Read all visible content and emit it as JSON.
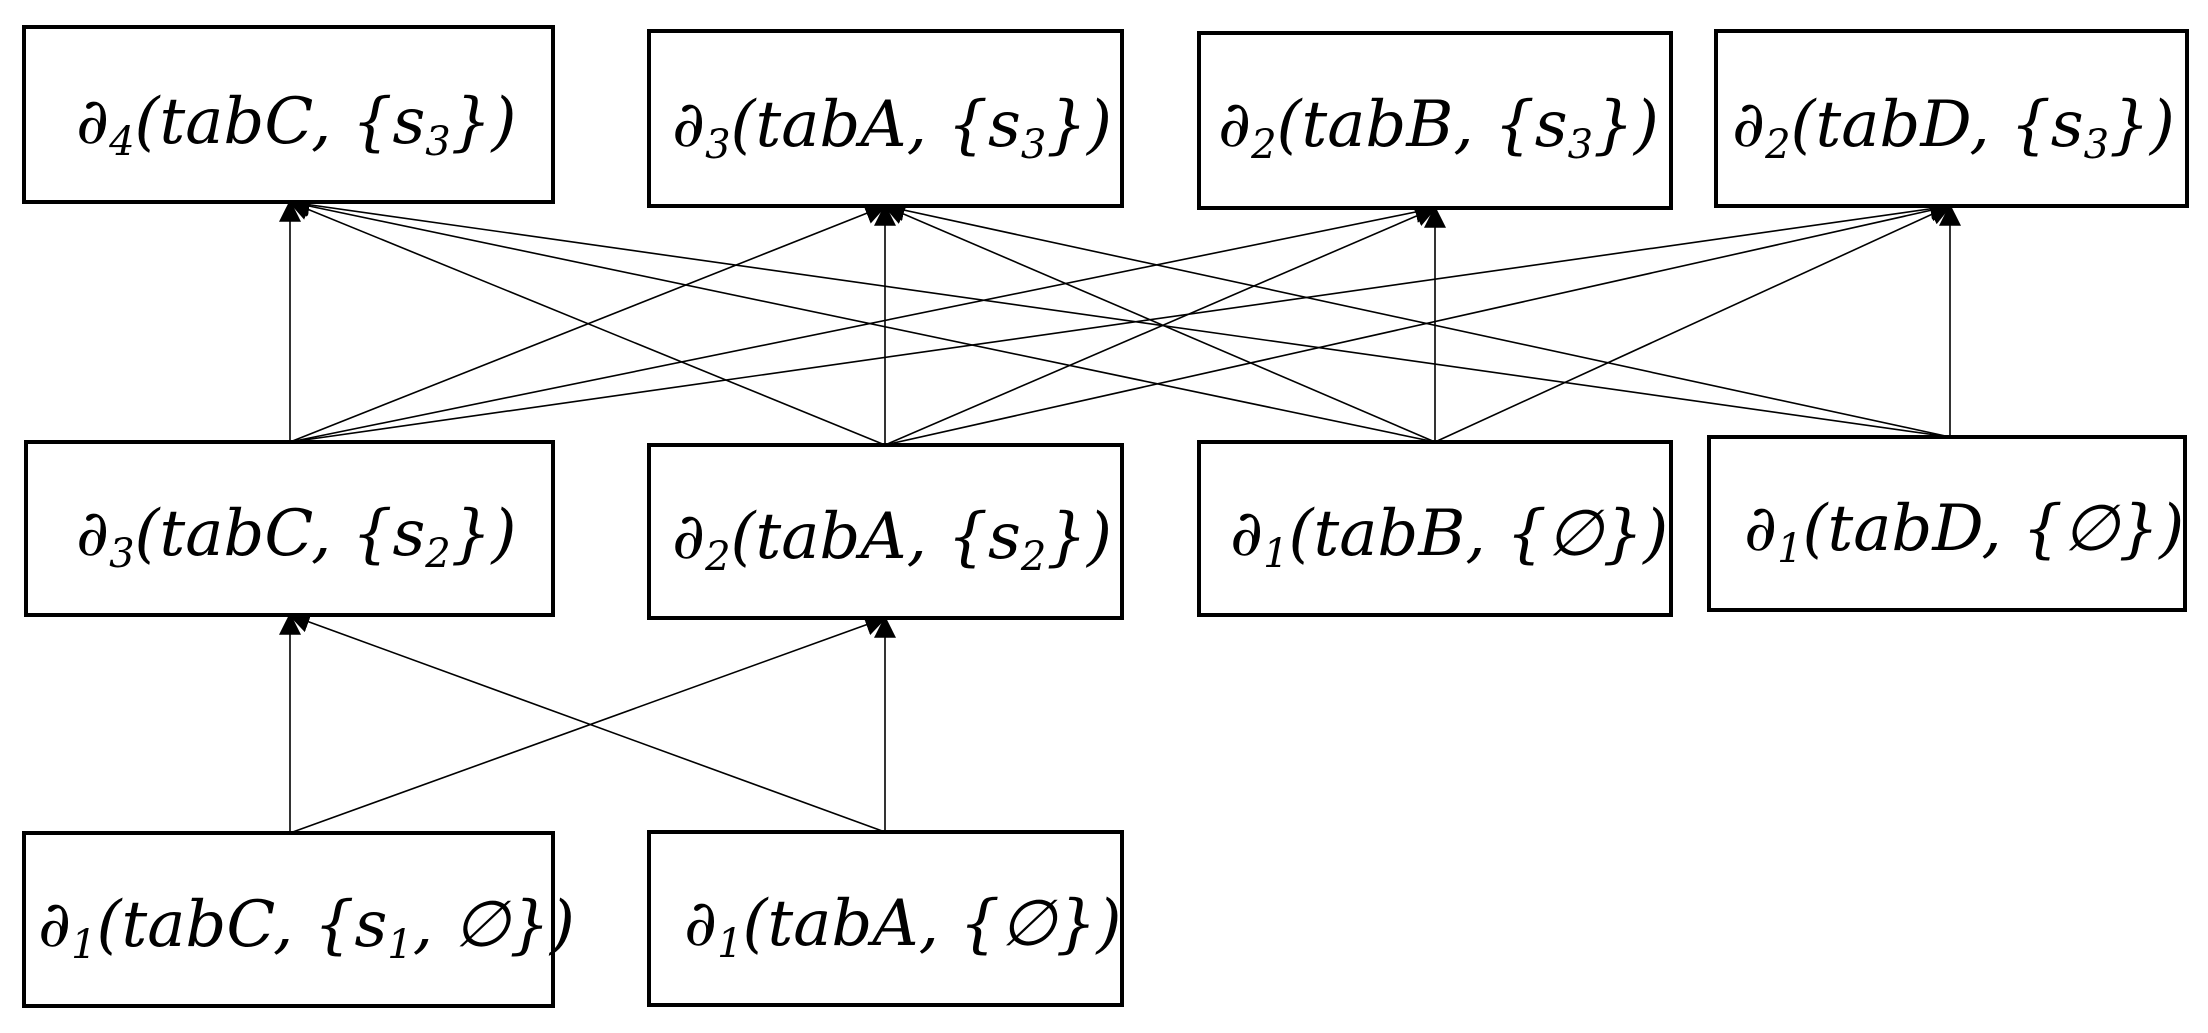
{
  "diagram": {
    "nodes": [
      {
        "id": "n_d4_tabC_s3",
        "fn": "∂",
        "sub": "4",
        "args": "(tabC, {s",
        "argsub": "3",
        "tail": "})"
      },
      {
        "id": "n_d3_tabA_s3",
        "fn": "∂",
        "sub": "3",
        "args": "(tabA, {s",
        "argsub": "3",
        "tail": "})"
      },
      {
        "id": "n_d2_tabB_s3",
        "fn": "∂",
        "sub": "2",
        "args": "(tabB, {s",
        "argsub": "3",
        "tail": "})"
      },
      {
        "id": "n_d2_tabD_s3",
        "fn": "∂",
        "sub": "2",
        "args": "(tabD, {s",
        "argsub": "3",
        "tail": "})"
      },
      {
        "id": "n_d3_tabC_s2",
        "fn": "∂",
        "sub": "3",
        "args": "(tabC, {s",
        "argsub": "2",
        "tail": "})"
      },
      {
        "id": "n_d2_tabA_s2",
        "fn": "∂",
        "sub": "2",
        "args": "(tabA, {s",
        "argsub": "2",
        "tail": "})"
      },
      {
        "id": "n_d1_tabB_empty",
        "fn": "∂",
        "sub": "1",
        "args": "(tabB, {∅})",
        "argsub": "",
        "tail": ""
      },
      {
        "id": "n_d1_tabD_empty",
        "fn": "∂",
        "sub": "1",
        "args": "(tabD, {∅})",
        "argsub": "",
        "tail": ""
      },
      {
        "id": "n_d1_tabC_s1_empty",
        "fn": "∂",
        "sub": "1",
        "args": "(tabC, {s",
        "argsub": "1",
        "tail": ", ∅})"
      },
      {
        "id": "n_d1_tabA_empty",
        "fn": "∂",
        "sub": "1",
        "args": "(tabA, {∅})",
        "argsub": "",
        "tail": ""
      }
    ],
    "edges": [
      {
        "from": "n_d1_tabC_s1_empty",
        "to": "n_d3_tabC_s2"
      },
      {
        "from": "n_d1_tabC_s1_empty",
        "to": "n_d2_tabA_s2"
      },
      {
        "from": "n_d1_tabA_empty",
        "to": "n_d3_tabC_s2"
      },
      {
        "from": "n_d1_tabA_empty",
        "to": "n_d2_tabA_s2"
      },
      {
        "from": "n_d3_tabC_s2",
        "to": "n_d4_tabC_s3"
      },
      {
        "from": "n_d3_tabC_s2",
        "to": "n_d3_tabA_s3"
      },
      {
        "from": "n_d3_tabC_s2",
        "to": "n_d2_tabB_s3"
      },
      {
        "from": "n_d3_tabC_s2",
        "to": "n_d2_tabD_s3"
      },
      {
        "from": "n_d2_tabA_s2",
        "to": "n_d4_tabC_s3"
      },
      {
        "from": "n_d2_tabA_s2",
        "to": "n_d3_tabA_s3"
      },
      {
        "from": "n_d2_tabA_s2",
        "to": "n_d2_tabB_s3"
      },
      {
        "from": "n_d2_tabA_s2",
        "to": "n_d2_tabD_s3"
      },
      {
        "from": "n_d1_tabB_empty",
        "to": "n_d4_tabC_s3"
      },
      {
        "from": "n_d1_tabB_empty",
        "to": "n_d3_tabA_s3"
      },
      {
        "from": "n_d1_tabB_empty",
        "to": "n_d2_tabB_s3"
      },
      {
        "from": "n_d1_tabB_empty",
        "to": "n_d2_tabD_s3"
      },
      {
        "from": "n_d1_tabD_empty",
        "to": "n_d4_tabC_s3"
      },
      {
        "from": "n_d1_tabD_empty",
        "to": "n_d3_tabA_s3"
      },
      {
        "from": "n_d1_tabD_empty",
        "to": "n_d2_tabD_s3"
      }
    ],
    "colors": {
      "stroke": "#000000",
      "background": "#ffffff"
    }
  }
}
